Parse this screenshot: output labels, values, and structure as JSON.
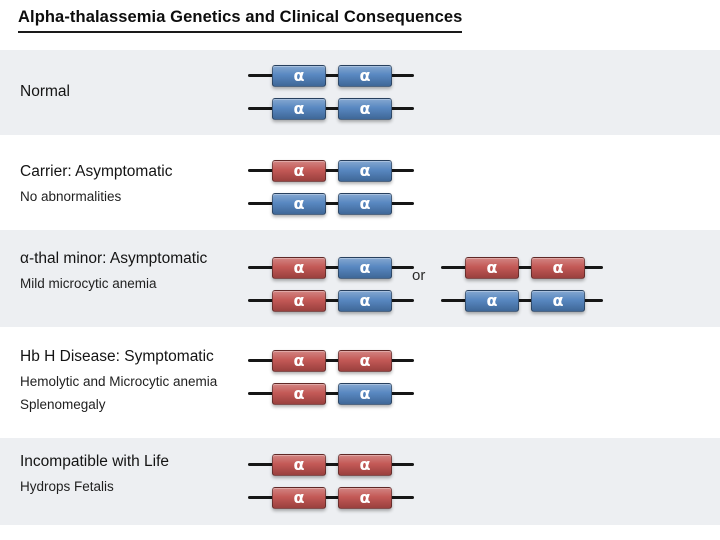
{
  "title": "Alpha-thalassemia Genetics and Clinical Consequences",
  "alpha_symbol": "α",
  "or_label": "or",
  "colors": {
    "blue": "#4F81BD",
    "red": "#C0504D",
    "band_gray": "#EDEFF2",
    "band_white": "#FFFFFF",
    "line": "#161616"
  },
  "rows": [
    {
      "label_primary": "Normal",
      "label_secondary": [],
      "band": "gray",
      "diagrams": [
        {
          "chromosomes": [
            [
              "blue",
              "blue"
            ],
            [
              "blue",
              "blue"
            ]
          ]
        }
      ]
    },
    {
      "label_primary": "Carrier: Asymptomatic",
      "label_secondary": [
        "No abnormalities"
      ],
      "band": "white",
      "diagrams": [
        {
          "chromosomes": [
            [
              "red",
              "blue"
            ],
            [
              "blue",
              "blue"
            ]
          ]
        }
      ]
    },
    {
      "label_primary": "α-thal minor: Asymptomatic",
      "label_secondary": [
        "Mild microcytic anemia"
      ],
      "band": "gray",
      "separator": "or",
      "diagrams": [
        {
          "chromosomes": [
            [
              "red",
              "blue"
            ],
            [
              "red",
              "blue"
            ]
          ]
        },
        {
          "chromosomes": [
            [
              "red",
              "red"
            ],
            [
              "blue",
              "blue"
            ]
          ]
        }
      ]
    },
    {
      "label_primary": "Hb H Disease: Symptomatic",
      "label_secondary": [
        "Hemolytic and Microcytic anemia",
        "Splenomegaly"
      ],
      "band": "white",
      "diagrams": [
        {
          "chromosomes": [
            [
              "red",
              "red"
            ],
            [
              "red",
              "blue"
            ]
          ]
        }
      ]
    },
    {
      "label_primary": "Incompatible with Life",
      "label_secondary": [
        "Hydrops Fetalis"
      ],
      "band": "gray",
      "diagrams": [
        {
          "chromosomes": [
            [
              "red",
              "red"
            ],
            [
              "red",
              "red"
            ]
          ]
        }
      ]
    }
  ]
}
